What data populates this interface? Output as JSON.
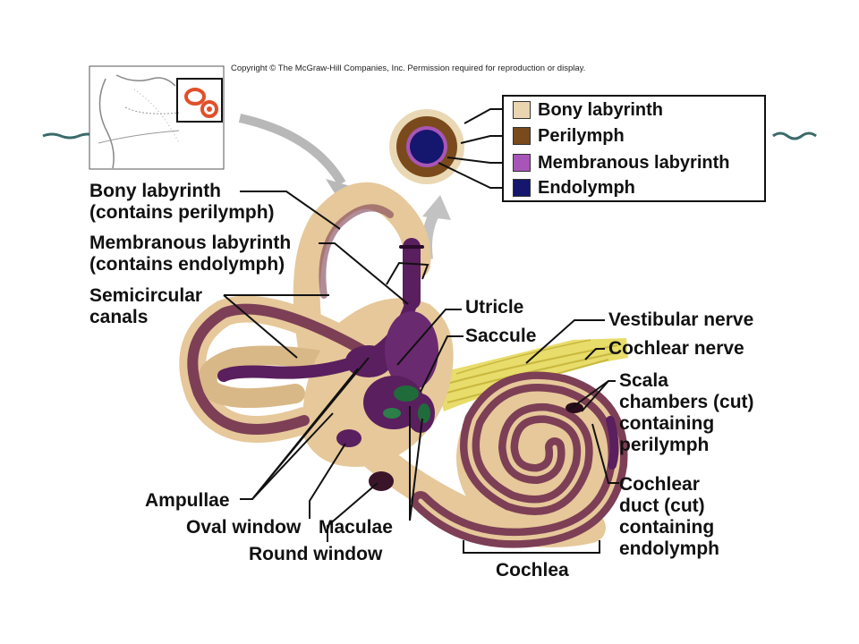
{
  "copyright": "Copyright © The McGraw-Hill Companies, Inc. Permission required for reproduction or display.",
  "legend": [
    {
      "label": "Bony labyrinth",
      "color": "#e9d5b0"
    },
    {
      "label": "Perilymph",
      "color": "#7a4a1c"
    },
    {
      "label": "Membranous labyrinth",
      "color": "#a855b8"
    },
    {
      "label": "Endolymph",
      "color": "#15166e"
    }
  ],
  "labels": {
    "bony_labyrinth": "Bony labyrinth\n(contains perilymph)",
    "membranous_labyrinth": "Membranous labyrinth\n(contains endolymph)",
    "semicircular_canals": "Semicircular\ncanals",
    "utricle": "Utricle",
    "saccule": "Saccule",
    "vestibular_nerve": "Vestibular nerve",
    "cochlear_nerve": "Cochlear nerve",
    "scala_chambers": "Scala\nchambers (cut)\ncontaining\nperilymph",
    "cochlear_duct": "Cochlear\nduct (cut)\ncontaining\nendolymph",
    "ampullae": "Ampullae",
    "oval_window": "Oval window",
    "maculae": "Maculae",
    "round_window": "Round window",
    "cochlea": "Cochlea"
  },
  "colors": {
    "bone": "#e6c89a",
    "bone_dark": "#c9a470",
    "membranous": "#5a1f5e",
    "membranous_light": "#7a3a86",
    "perilymph_tube": "#7d3f55",
    "macula": "#1f6b3a",
    "nerve": "#e8dc6a"
  }
}
